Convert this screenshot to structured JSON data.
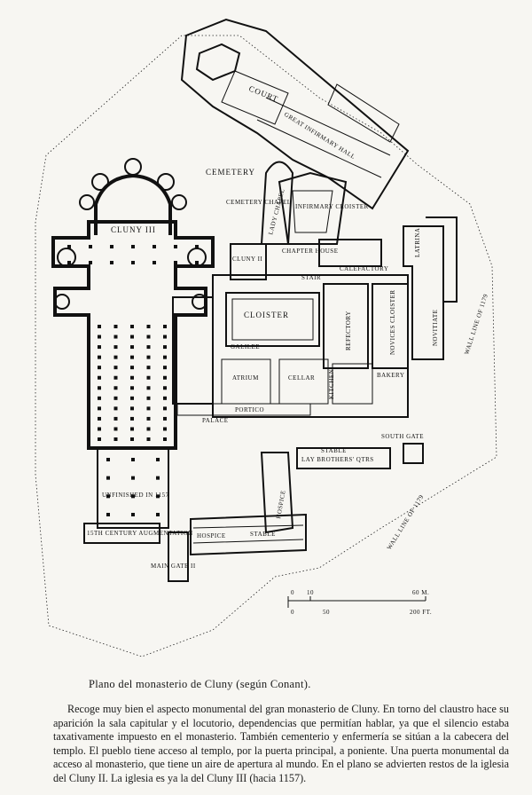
{
  "plan": {
    "labels": {
      "cluny_iii": "CLUNY III",
      "cluny_ii": "CLUNY II",
      "cemetery": "CEMETERY",
      "cemetery_chapel": "CEMETERY CHAPEL",
      "lady_chapel": "LADY CHAPEL",
      "infirmary_cloister": "INFIRMARY CLOISTER",
      "court": "COURT",
      "great_infirmary_hall": "GREAT INFIRMARY HALL",
      "cloister": "CLOISTER",
      "galilee": "GALILEE",
      "atrium": "ATRIUM",
      "cellar": "CELLAR",
      "refectory": "REFECTORY",
      "novices_cloister": "NOVICES CLOISTER",
      "chapter_house": "CHAPTER HOUSE",
      "kitchen": "KITCHEN",
      "bakery": "BAKERY",
      "latrina": "LATRINA",
      "novitiate": "NOVITIATE",
      "palace": "PALACE",
      "portico": "PORTICO",
      "stable": "STABLE",
      "hospice": "HOSPICE",
      "south_gate": "SOUTH GATE",
      "unfinished": "UNFINISHED IN 1157",
      "augmentation": "15TH CENTURY AUGMENTATION",
      "main_gate": "MAIN GATE II",
      "wall_line_1": "WALL LINE OF 1179",
      "wall_line_2": "WALL LINE OF 1179",
      "lay_brothers": "LAY BROTHERS' QTRS",
      "stair": "STAIR",
      "calefactory": "CALEFACTORY"
    },
    "scale": {
      "m_ticks": [
        "0",
        "10",
        "60 M."
      ],
      "ft_ticks": [
        "0",
        "50",
        "200 FT."
      ]
    }
  },
  "caption": "Plano del monasterio de Cluny (según Conant).",
  "body_text": "Recoge muy bien el aspecto monumental del gran monasterio de Cluny. En torno del claustro hace su aparición la sala capitular y el locutorio, dependencias que permitían hablar, ya que el silencio estaba taxativamente impuesto en el monasterio. También cementerio y enfermería se sitúan a la cabecera del templo. El pueblo tiene acceso al templo, por la puerta principal, a poniente. Una puerta monumental da acceso al monasterio, que tiene un aire de apertura al mundo. En el plano se advierten restos de la iglesia del Cluny II. La iglesia es ya la del Cluny III (hacia 1157)."
}
